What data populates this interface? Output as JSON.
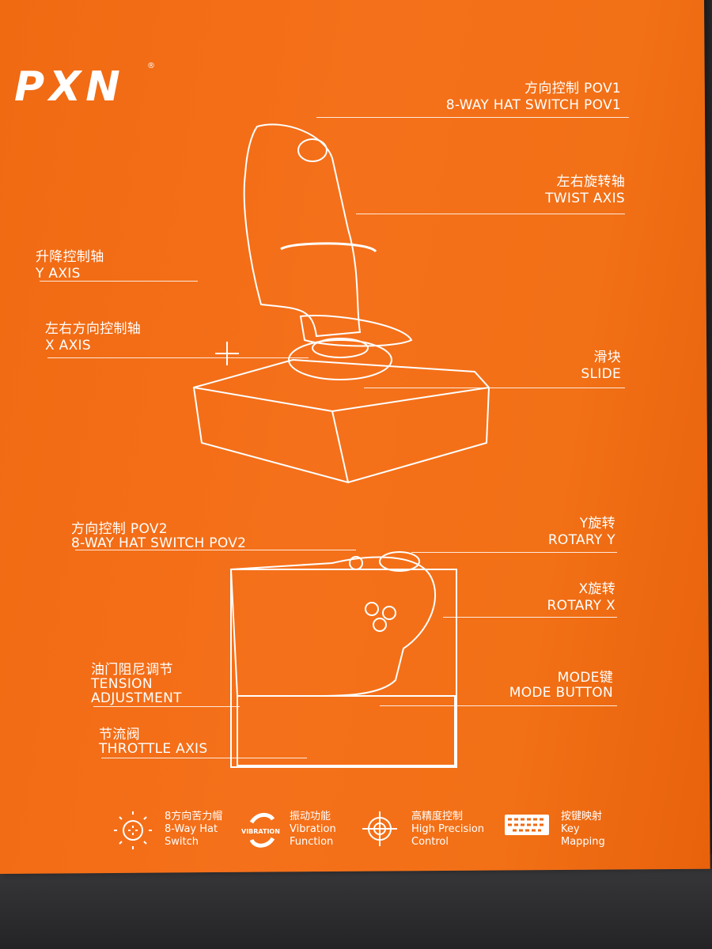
{
  "brand": {
    "logo": "PXN",
    "registered": "®"
  },
  "colors": {
    "box_orange": "#f26d15",
    "line_white": "#ffffff",
    "background": "#2b2b2e"
  },
  "labels": {
    "pov1": {
      "cn": "方向控制 POV1",
      "en": "8-WAY HAT SWITCH POV1"
    },
    "twist": {
      "cn": "左右旋转轴",
      "en": "TWIST AXIS"
    },
    "y_axis": {
      "cn": "升降控制轴",
      "en": "Y AXIS"
    },
    "x_axis": {
      "cn": "左右方向控制轴",
      "en": "X AXIS"
    },
    "slide": {
      "cn": "滑块",
      "en": "SLIDE"
    },
    "pov2": {
      "cn": "方向控制 POV2",
      "en": "8-WAY HAT SWITCH POV2"
    },
    "rotary_y": {
      "cn": "Y旋转",
      "en": "ROTARY Y"
    },
    "rotary_x": {
      "cn": "X旋转",
      "en": "ROTARY X"
    },
    "tension": {
      "cn": "油门阻尼调节",
      "en1": "TENSION",
      "en2": "ADJUSTMENT"
    },
    "mode": {
      "cn": "MODE键",
      "en": "MODE BUTTON"
    },
    "throttle": {
      "cn": "节流阀",
      "en": "THROTTLE AXIS"
    }
  },
  "features": [
    {
      "icon": "hat-switch-icon",
      "cn": "8方向苦力帽",
      "en1": "8-Way Hat",
      "en2": "Switch"
    },
    {
      "icon": "vibration-icon",
      "icon_text": "VIBRATION",
      "cn": "振动功能",
      "en1": "Vibration",
      "en2": "Function"
    },
    {
      "icon": "crosshair-icon",
      "cn": "高精度控制",
      "en1": "High Precision",
      "en2": "Control"
    },
    {
      "icon": "keyboard-icon",
      "cn": "按键映射",
      "en1": "Key",
      "en2": "Mapping"
    }
  ]
}
